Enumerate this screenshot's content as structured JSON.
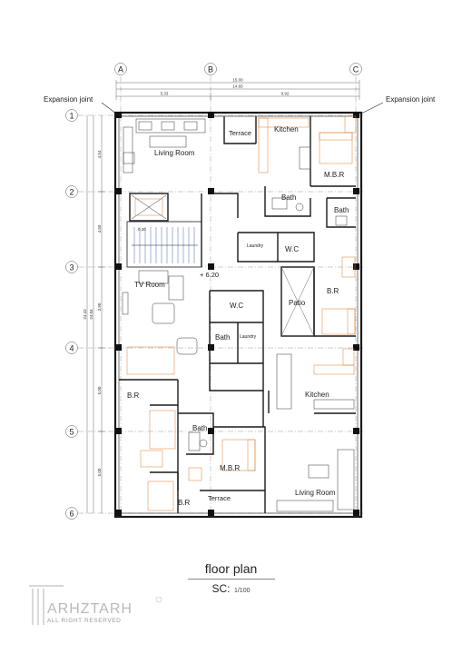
{
  "grid": {
    "columns": [
      "A",
      "B",
      "C"
    ],
    "rows": [
      "1",
      "2",
      "3",
      "4",
      "5",
      "6"
    ]
  },
  "dimensions": {
    "overall": "15.00",
    "sub_total": "14.65",
    "span_ab": "5.33",
    "span_bc": "8.92",
    "row_1_2": "4.54",
    "row_2_3": "4.50",
    "row_3_4": "3.90",
    "row_4_5": "5.00",
    "row_5_6": "5.00",
    "total_1": "24.43",
    "total_2": "24.04",
    "stair_mark": "0.30"
  },
  "notes": {
    "expansion_left": "Expansion joint",
    "expansion_right": "Expansion joint",
    "level": "+ 6.20"
  },
  "rooms": {
    "living_top": "Living Room",
    "terrace_top": "Terrace",
    "kitchen_top": "Kitchen",
    "mbr_top": "M.B.R",
    "bath_top_center": "Bath",
    "bath_top_right": "Bath",
    "laundry_top": "Laundry",
    "wc_top": "W.C",
    "tv_room": "TV Room",
    "wc_mid": "W.C",
    "bath_mid": "Bath",
    "laundry_mid": "Laundry",
    "patio": "Patio",
    "br_right": "B.R",
    "kitchen_bottom": "Kitchen",
    "br_left": "B.R",
    "bath_bottom": "Bath",
    "mbr_bottom": "M.B.R",
    "br_bottom": "B.R",
    "terrace_bottom": "Terrace",
    "living_bottom": "Living Room"
  },
  "title": {
    "name": "floor plan",
    "scale_label": "SC:",
    "scale_value": "1/100"
  },
  "logo": {
    "name": "ARHZTARH",
    "tagline": "ALL RIGHT RESERVED"
  },
  "colors": {
    "wall": "#1a1a1a",
    "furniture_accent": "#e07a2c",
    "dimension_line": "#444444"
  }
}
